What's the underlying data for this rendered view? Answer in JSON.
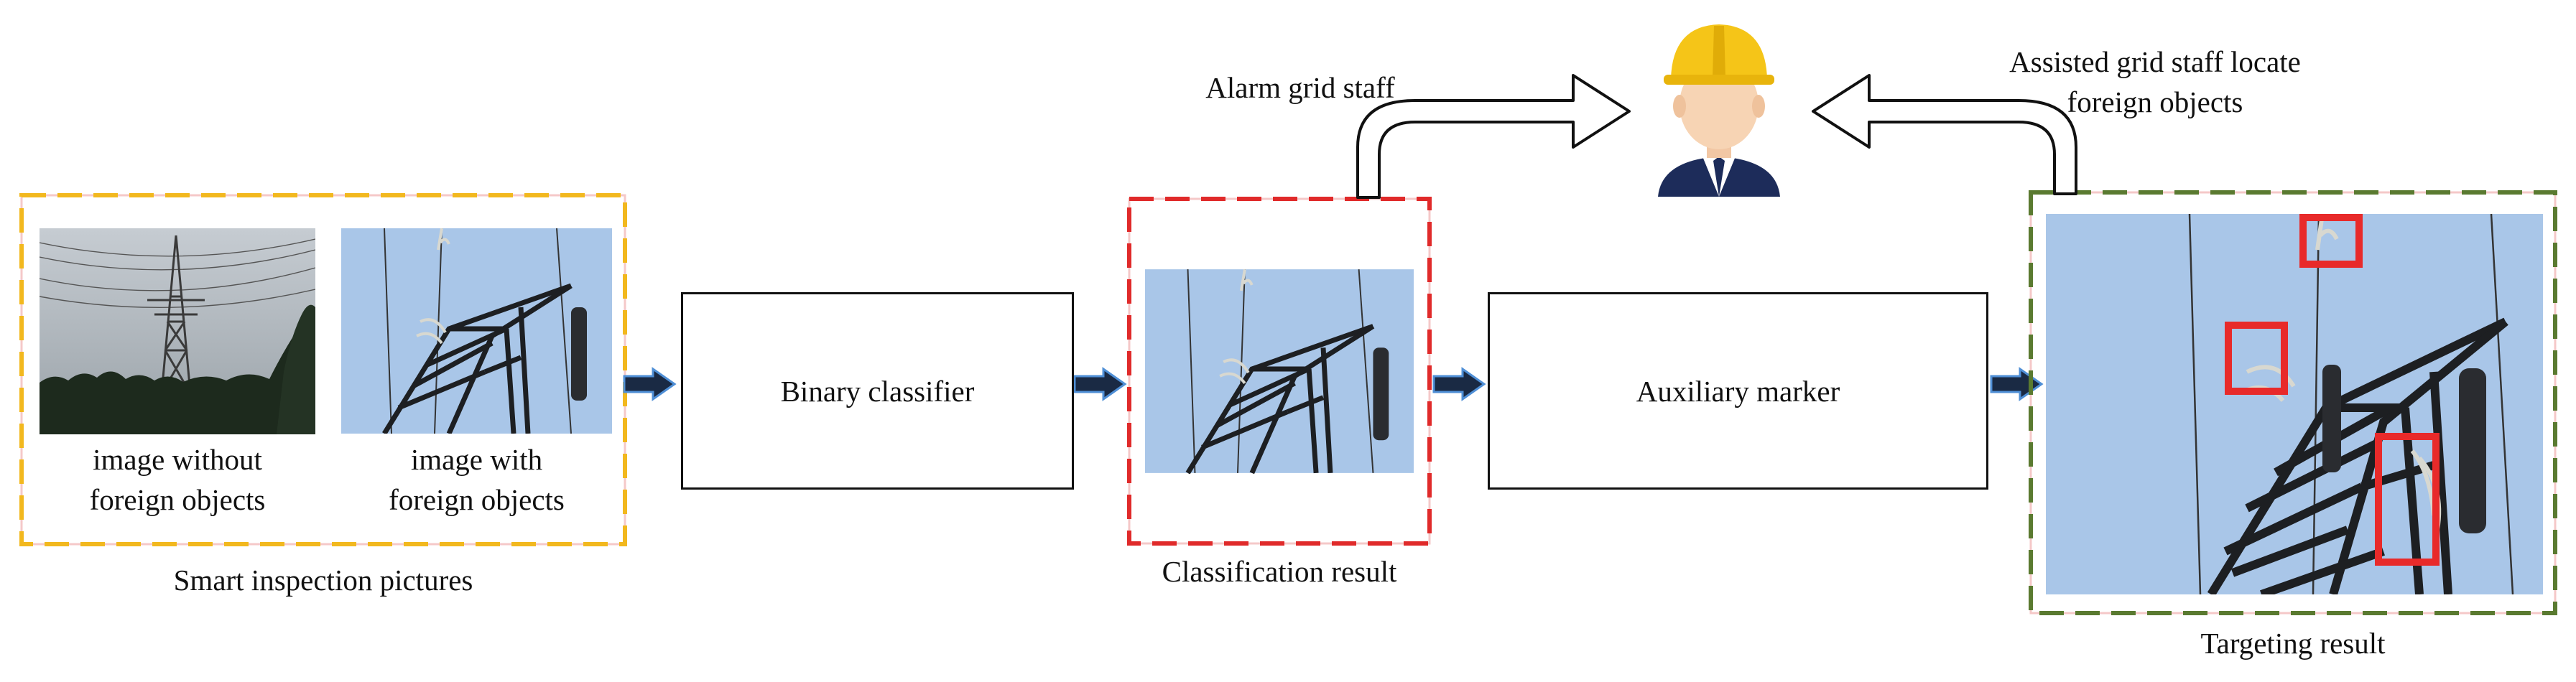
{
  "inspection": {
    "caption": "Smart inspection pictures",
    "image_without_label_line1": "image without",
    "image_without_label_line2": "foreign objects",
    "image_with_label_line1": "image with",
    "image_with_label_line2": "foreign objects"
  },
  "classifier": {
    "label": "Binary classifier"
  },
  "classification": {
    "caption": "Classification result"
  },
  "marker": {
    "label": "Auxiliary marker"
  },
  "targeting": {
    "caption": "Targeting result"
  },
  "staff": {
    "alarm_label": "Alarm grid staff",
    "assist_label_line1": "Assisted grid staff locate",
    "assist_label_line2": "foreign objects",
    "icon": "worker-with-hardhat-icon"
  },
  "colors": {
    "inspection_border": "#f2b81e",
    "classification_border": "#e02a2a",
    "targeting_border": "#5a7a30",
    "arrow_fill": "#1a2a44",
    "arrow_edge": "#4f8fd6",
    "target_box": "#e82a2a",
    "sky": "#a9c6e8"
  }
}
